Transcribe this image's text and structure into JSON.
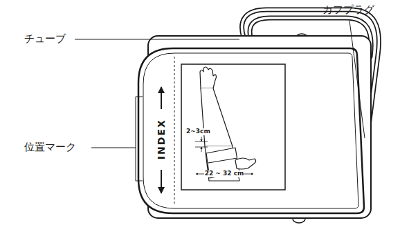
{
  "diagram": {
    "labels": [
      "チューブ",
      "カフプラグ",
      "位置マーク",
      "INDEX",
      "2~3cm",
      "22 ~ 32 cm"
    ]
  }
}
